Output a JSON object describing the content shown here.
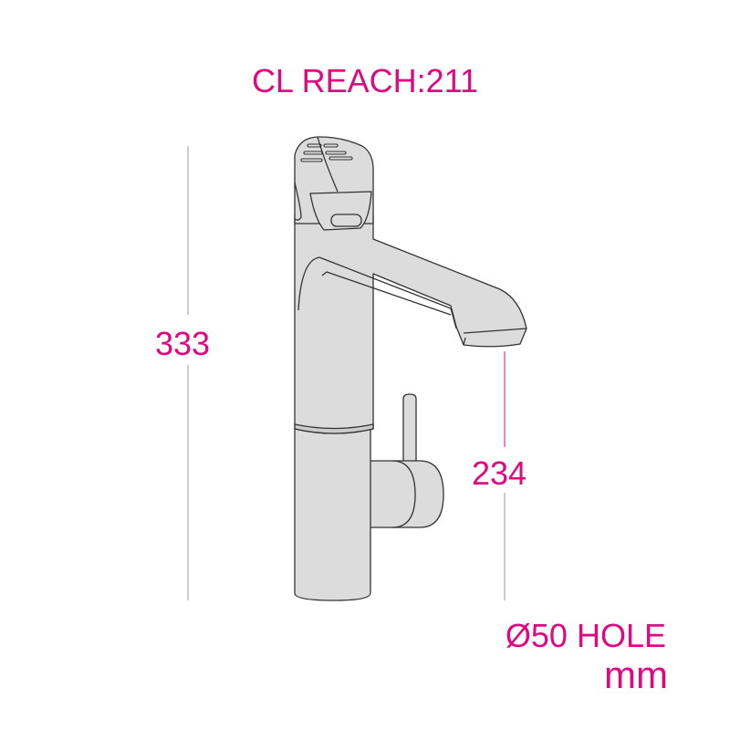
{
  "title": "CL REACH:211",
  "dimensions": {
    "overall_height": "333",
    "spout_height": "234",
    "hole": "Ø50 HOLE",
    "unit": "mm"
  },
  "colors": {
    "accent": "#e0087e",
    "body_fill": "#dcdcdc",
    "outline": "#333333",
    "dim_line": "#999999"
  }
}
